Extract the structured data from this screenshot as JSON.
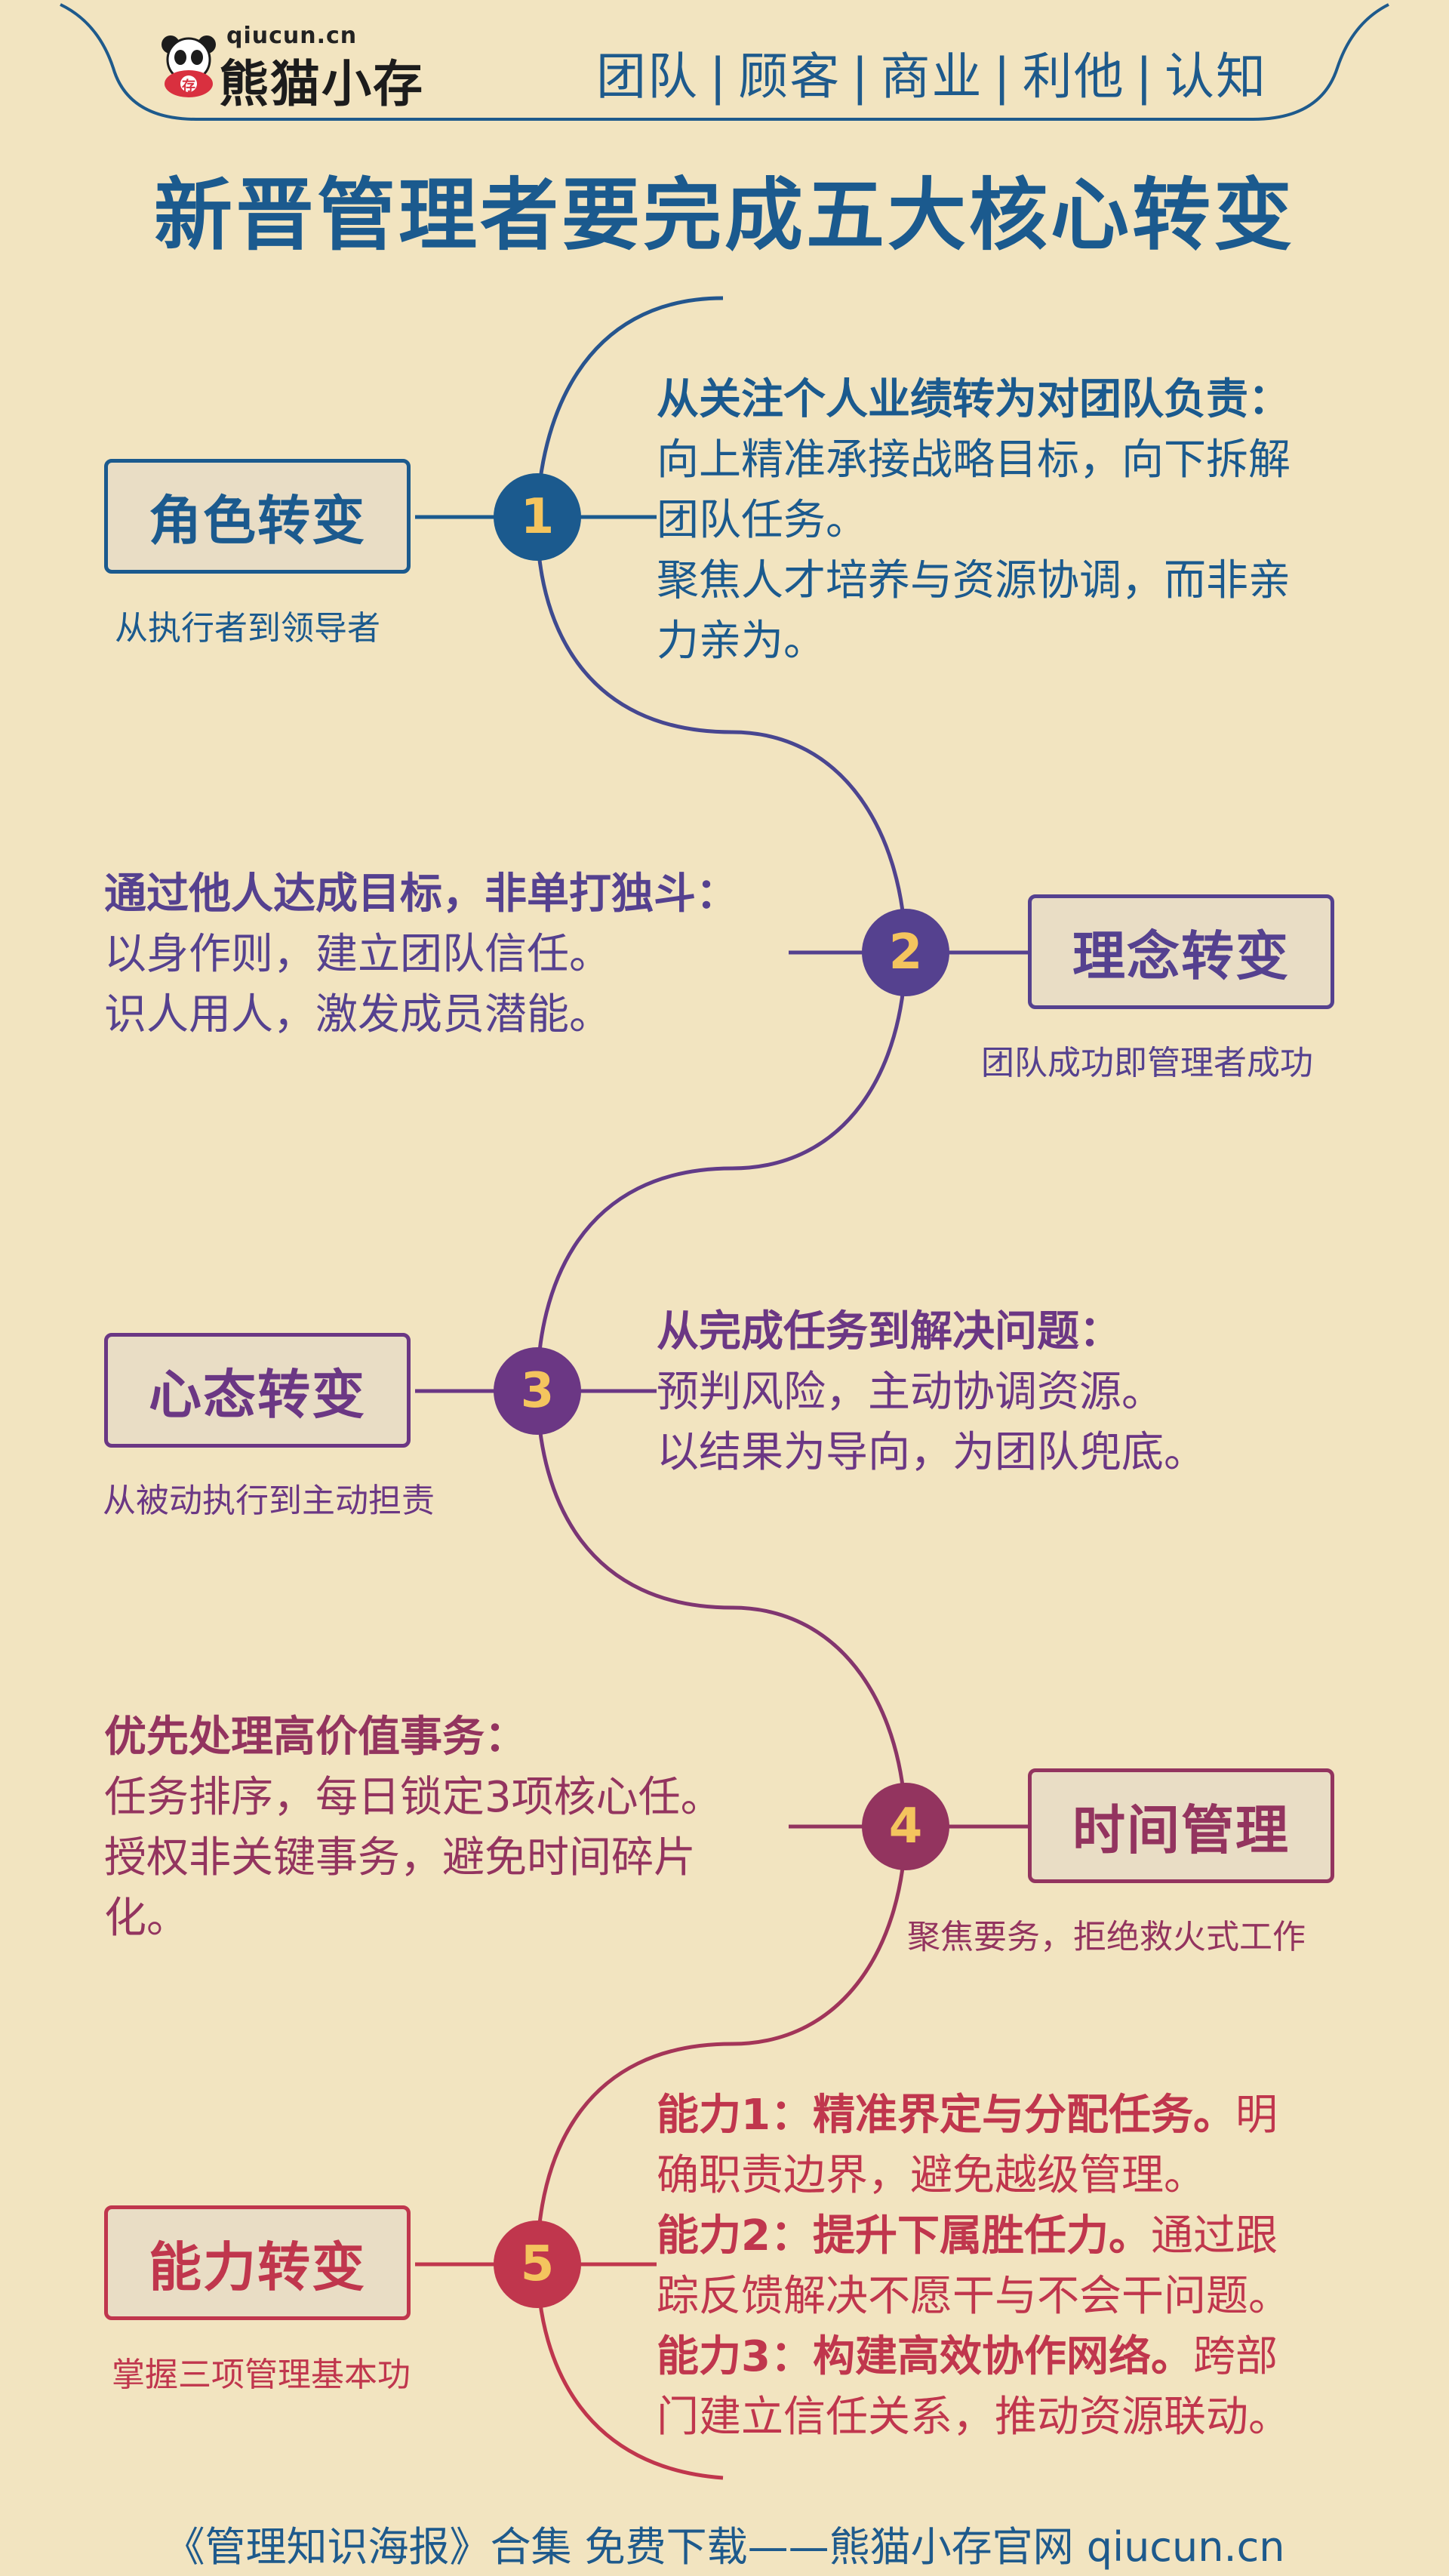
{
  "header": {
    "logo_url": "qiucun.cn",
    "logo_name": "熊猫小存",
    "logo_badge": "存",
    "nav": [
      "团队",
      "顾客",
      "商业",
      "利他",
      "认知"
    ]
  },
  "title": "新晋管理者要完成五大核心转变",
  "colors": {
    "background": "#f2e4c0",
    "blue": "#1b5a8e",
    "indigo": "#55418f",
    "purple": "#6b3784",
    "plum": "#93345f",
    "red": "#c0364d",
    "number_text": "#f4c45e"
  },
  "stages": [
    {
      "num": "1",
      "title": "角色转变",
      "subtitle": "从执行者到领导者",
      "heading": "从关注个人业绩转为对团队负责：",
      "lines": [
        "向上精准承接战略目标，向下拆解",
        "团队任务。",
        "聚焦人才培养与资源协调，而非亲",
        "力亲为。"
      ]
    },
    {
      "num": "2",
      "title": "理念转变",
      "subtitle": "团队成功即管理者成功",
      "heading": "通过他人达成目标，非单打独斗：",
      "lines": [
        "以身作则，建立团队信任。",
        "识人用人，激发成员潜能。"
      ]
    },
    {
      "num": "3",
      "title": "心态转变",
      "subtitle": "从被动执行到主动担责",
      "heading": "从完成任务到解决问题：",
      "lines": [
        "预判风险，主动协调资源。",
        "以结果为导向，为团队兜底。"
      ]
    },
    {
      "num": "4",
      "title": "时间管理",
      "subtitle": "聚焦要务，拒绝救火式工作",
      "heading": "优先处理高价值事务：",
      "lines": [
        "任务排序，每日锁定3项核心任。",
        "授权非关键事务，避免时间碎片",
        "化。"
      ]
    },
    {
      "num": "5",
      "title": "能力转变",
      "subtitle": "掌握三项管理基本功",
      "ability_lines": [
        {
          "b": "能力1：精准界定与分配任务。",
          "t": "明"
        },
        {
          "b": "",
          "t": "确职责边界，避免越级管理。"
        },
        {
          "b": "能力2：提升下属胜任力。",
          "t": "通过跟"
        },
        {
          "b": "",
          "t": "踪反馈解决不愿干与不会干问题。"
        },
        {
          "b": "能力3：构建高效协作网络。",
          "t": "跨部"
        },
        {
          "b": "",
          "t": "门建立信任关系，推动资源联动。"
        }
      ]
    }
  ],
  "footer": "《管理知识海报》合集 免费下载——熊猫小存官网 qiucun.cn"
}
